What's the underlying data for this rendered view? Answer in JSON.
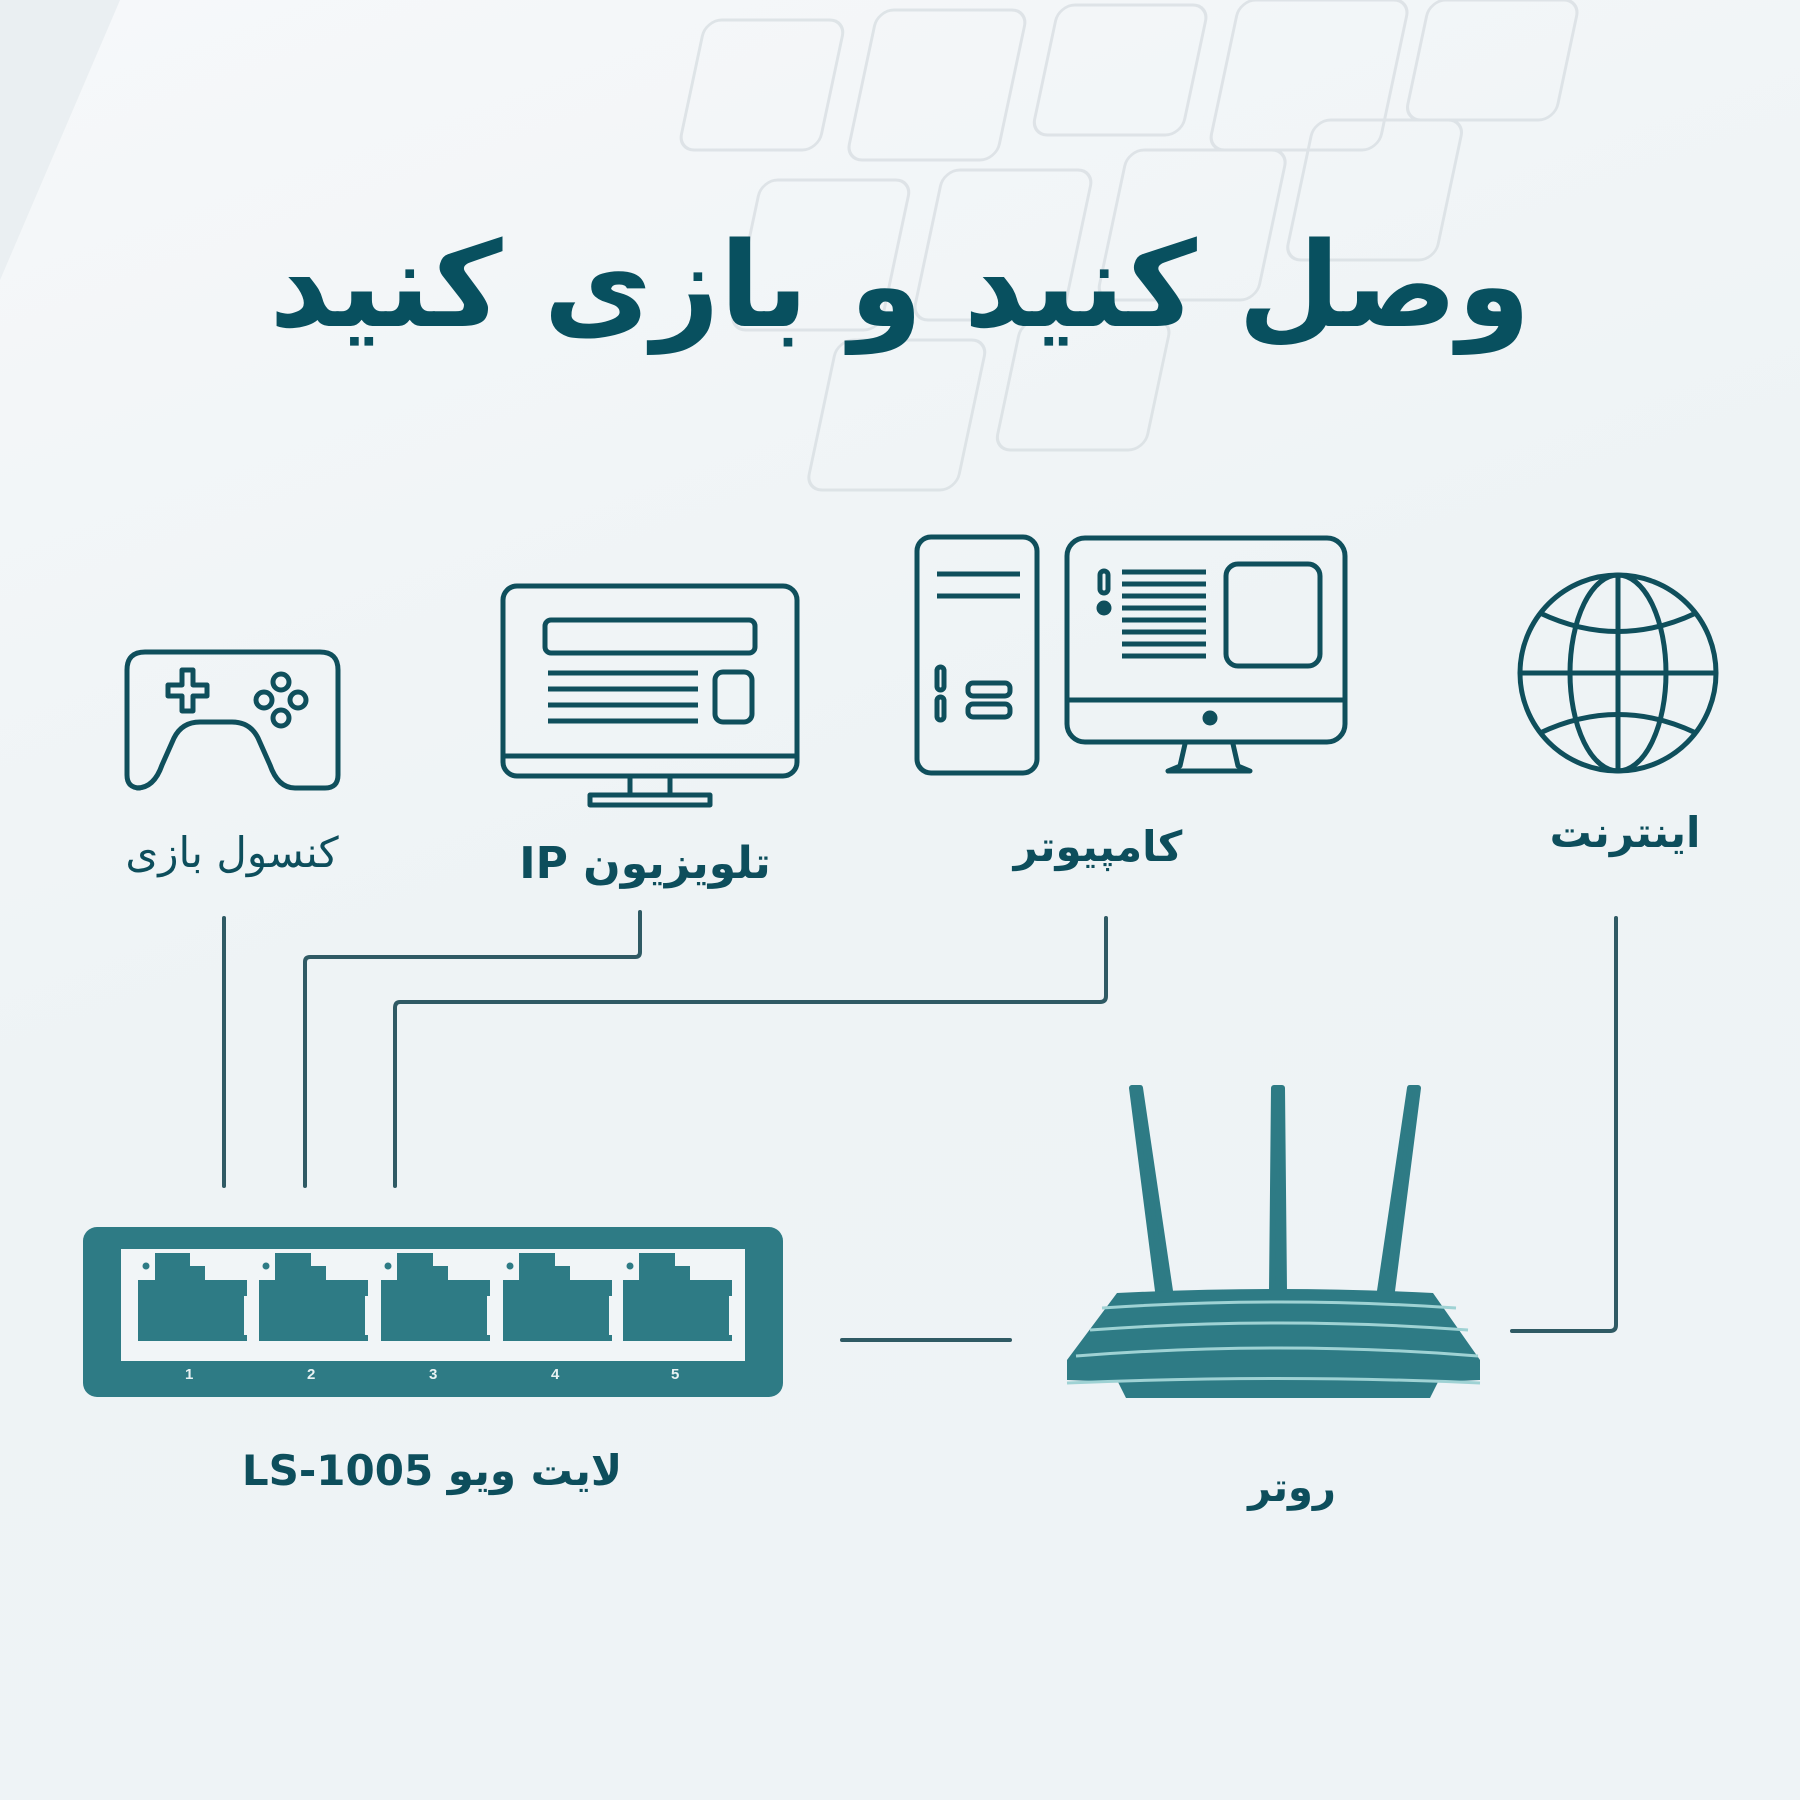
{
  "title": "وصل کنید و بازی کنید",
  "colors": {
    "primary_text": "#08505f",
    "icon_stroke": "#0f4f5c",
    "device_fill": "#2e7b85",
    "line": "#2f5a64",
    "background": "#eef3f5"
  },
  "devices": [
    {
      "id": "game-console",
      "icon": "gamepad-icon",
      "label": "کنسول بازی"
    },
    {
      "id": "ip-tv",
      "icon": "tv-monitor-icon",
      "label": "تلویزیون IP"
    },
    {
      "id": "computer",
      "icon": "desktop-computer-icon",
      "label": "کامپیوتر"
    },
    {
      "id": "internet",
      "icon": "globe-icon",
      "label": "اینترنت"
    },
    {
      "id": "switch",
      "icon": "network-switch-icon",
      "label": "لایت ویو LS-1005"
    },
    {
      "id": "router",
      "icon": "wifi-router-icon",
      "label": "روتر"
    }
  ],
  "switch": {
    "ports": [
      "1",
      "2",
      "3",
      "4",
      "5"
    ]
  },
  "connections": [
    {
      "from": "game-console",
      "to": "switch"
    },
    {
      "from": "ip-tv",
      "to": "switch"
    },
    {
      "from": "computer",
      "to": "switch"
    },
    {
      "from": "switch",
      "to": "router"
    },
    {
      "from": "router",
      "to": "internet"
    }
  ]
}
